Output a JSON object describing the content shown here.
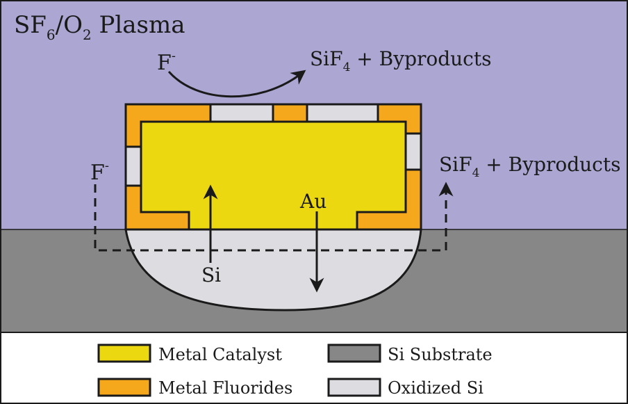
{
  "title": {
    "base": "SF",
    "sub1": "6",
    "slash": "/O",
    "sub2": "2",
    "rest": " Plasma"
  },
  "labels": {
    "f_top": "F",
    "f_top_sup": "-",
    "f_left": "F",
    "f_left_sup": "-",
    "sif4_top": {
      "pre": "SiF",
      "sub": "4",
      "post": " + Byproducts"
    },
    "sif4_right": {
      "pre": "SiF",
      "sub": "4",
      "post": " + Byproducts"
    },
    "au": "Au",
    "si": "Si"
  },
  "legend": [
    {
      "key": "metal_catalyst",
      "label": "Metal Catalyst",
      "color": "#ecd811"
    },
    {
      "key": "si_substrate",
      "label": "Si Substrate",
      "color": "#878787"
    },
    {
      "key": "metal_fluorides",
      "label": "Metal Fluorides",
      "color": "#f5a81c"
    },
    {
      "key": "oxidized_si",
      "label": "Oxidized Si",
      "color": "#dddce0"
    }
  ],
  "colors": {
    "plasma": "#aba6d2",
    "substrate": "#878787",
    "catalyst": "#ecd811",
    "fluoride": "#f5a81c",
    "oxide": "#dddce0",
    "outline": "#1a1a1a"
  }
}
